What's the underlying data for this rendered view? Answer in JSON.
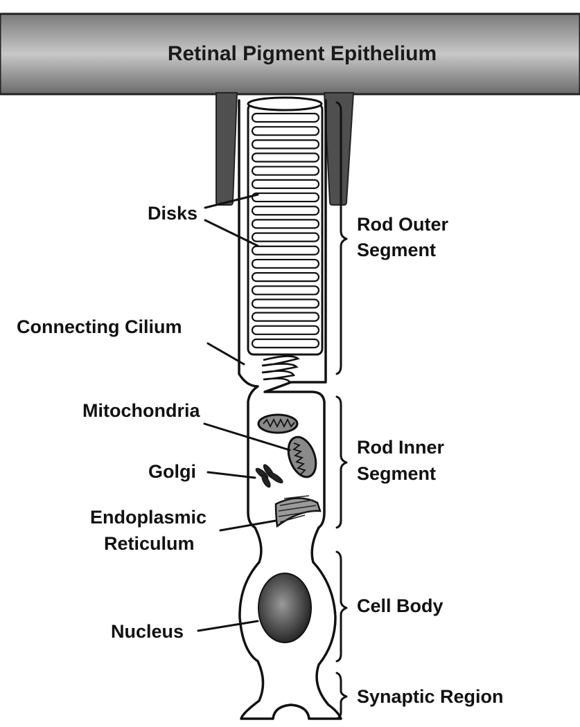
{
  "title": "Retinal Pigment Epithelium",
  "labels": {
    "disks": "Disks",
    "connecting_cilium": "Connecting Cilium",
    "mitochondria": "Mitochondria",
    "golgi": "Golgi",
    "er_line1": "Endoplasmic",
    "er_line2": "Reticulum",
    "nucleus": "Nucleus"
  },
  "regions": {
    "outer_line1": "Rod Outer",
    "outer_line2": "Segment",
    "inner_line1": "Rod Inner",
    "inner_line2": "Segment",
    "cell_body": "Cell Body",
    "synaptic": "Synaptic Region"
  },
  "colors": {
    "epithelium": "#5a5a5a",
    "epithelium_highlight": "#c8c8c8",
    "ink": "#111111",
    "mitochondria_fill": "#8a8a8a",
    "nucleus_center": "#9a9a9a",
    "nucleus_edge": "#1e1e1e"
  },
  "disk_count": 18
}
